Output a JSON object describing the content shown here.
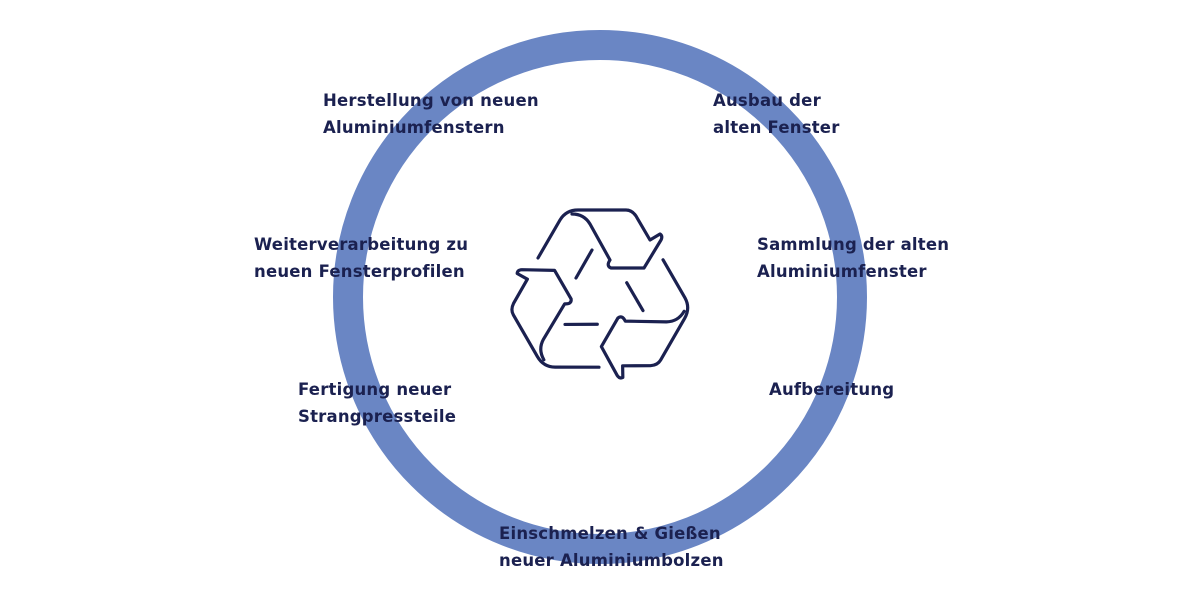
{
  "colors": {
    "ring": "#6a86c4",
    "text": "#1b2150"
  },
  "center_icon": "recycle-icon",
  "steps": [
    {
      "line1": "Ausbau der",
      "line2": "alten Fenster"
    },
    {
      "line1": "Sammlung der alten",
      "line2": "Aluminiumfenster"
    },
    {
      "line1": "Aufbereitung",
      "line2": ""
    },
    {
      "line1": "Einschmelzen & Gießen",
      "line2": "neuer Aluminiumbolzen"
    },
    {
      "line1": "Fertigung neuer",
      "line2": "Strangpressteile"
    },
    {
      "line1": "Weiterverarbeitung zu",
      "line2": "neuen Fensterprofilen"
    },
    {
      "line1": "Herstellung von neuen",
      "line2": "Aluminiumfenstern"
    }
  ]
}
